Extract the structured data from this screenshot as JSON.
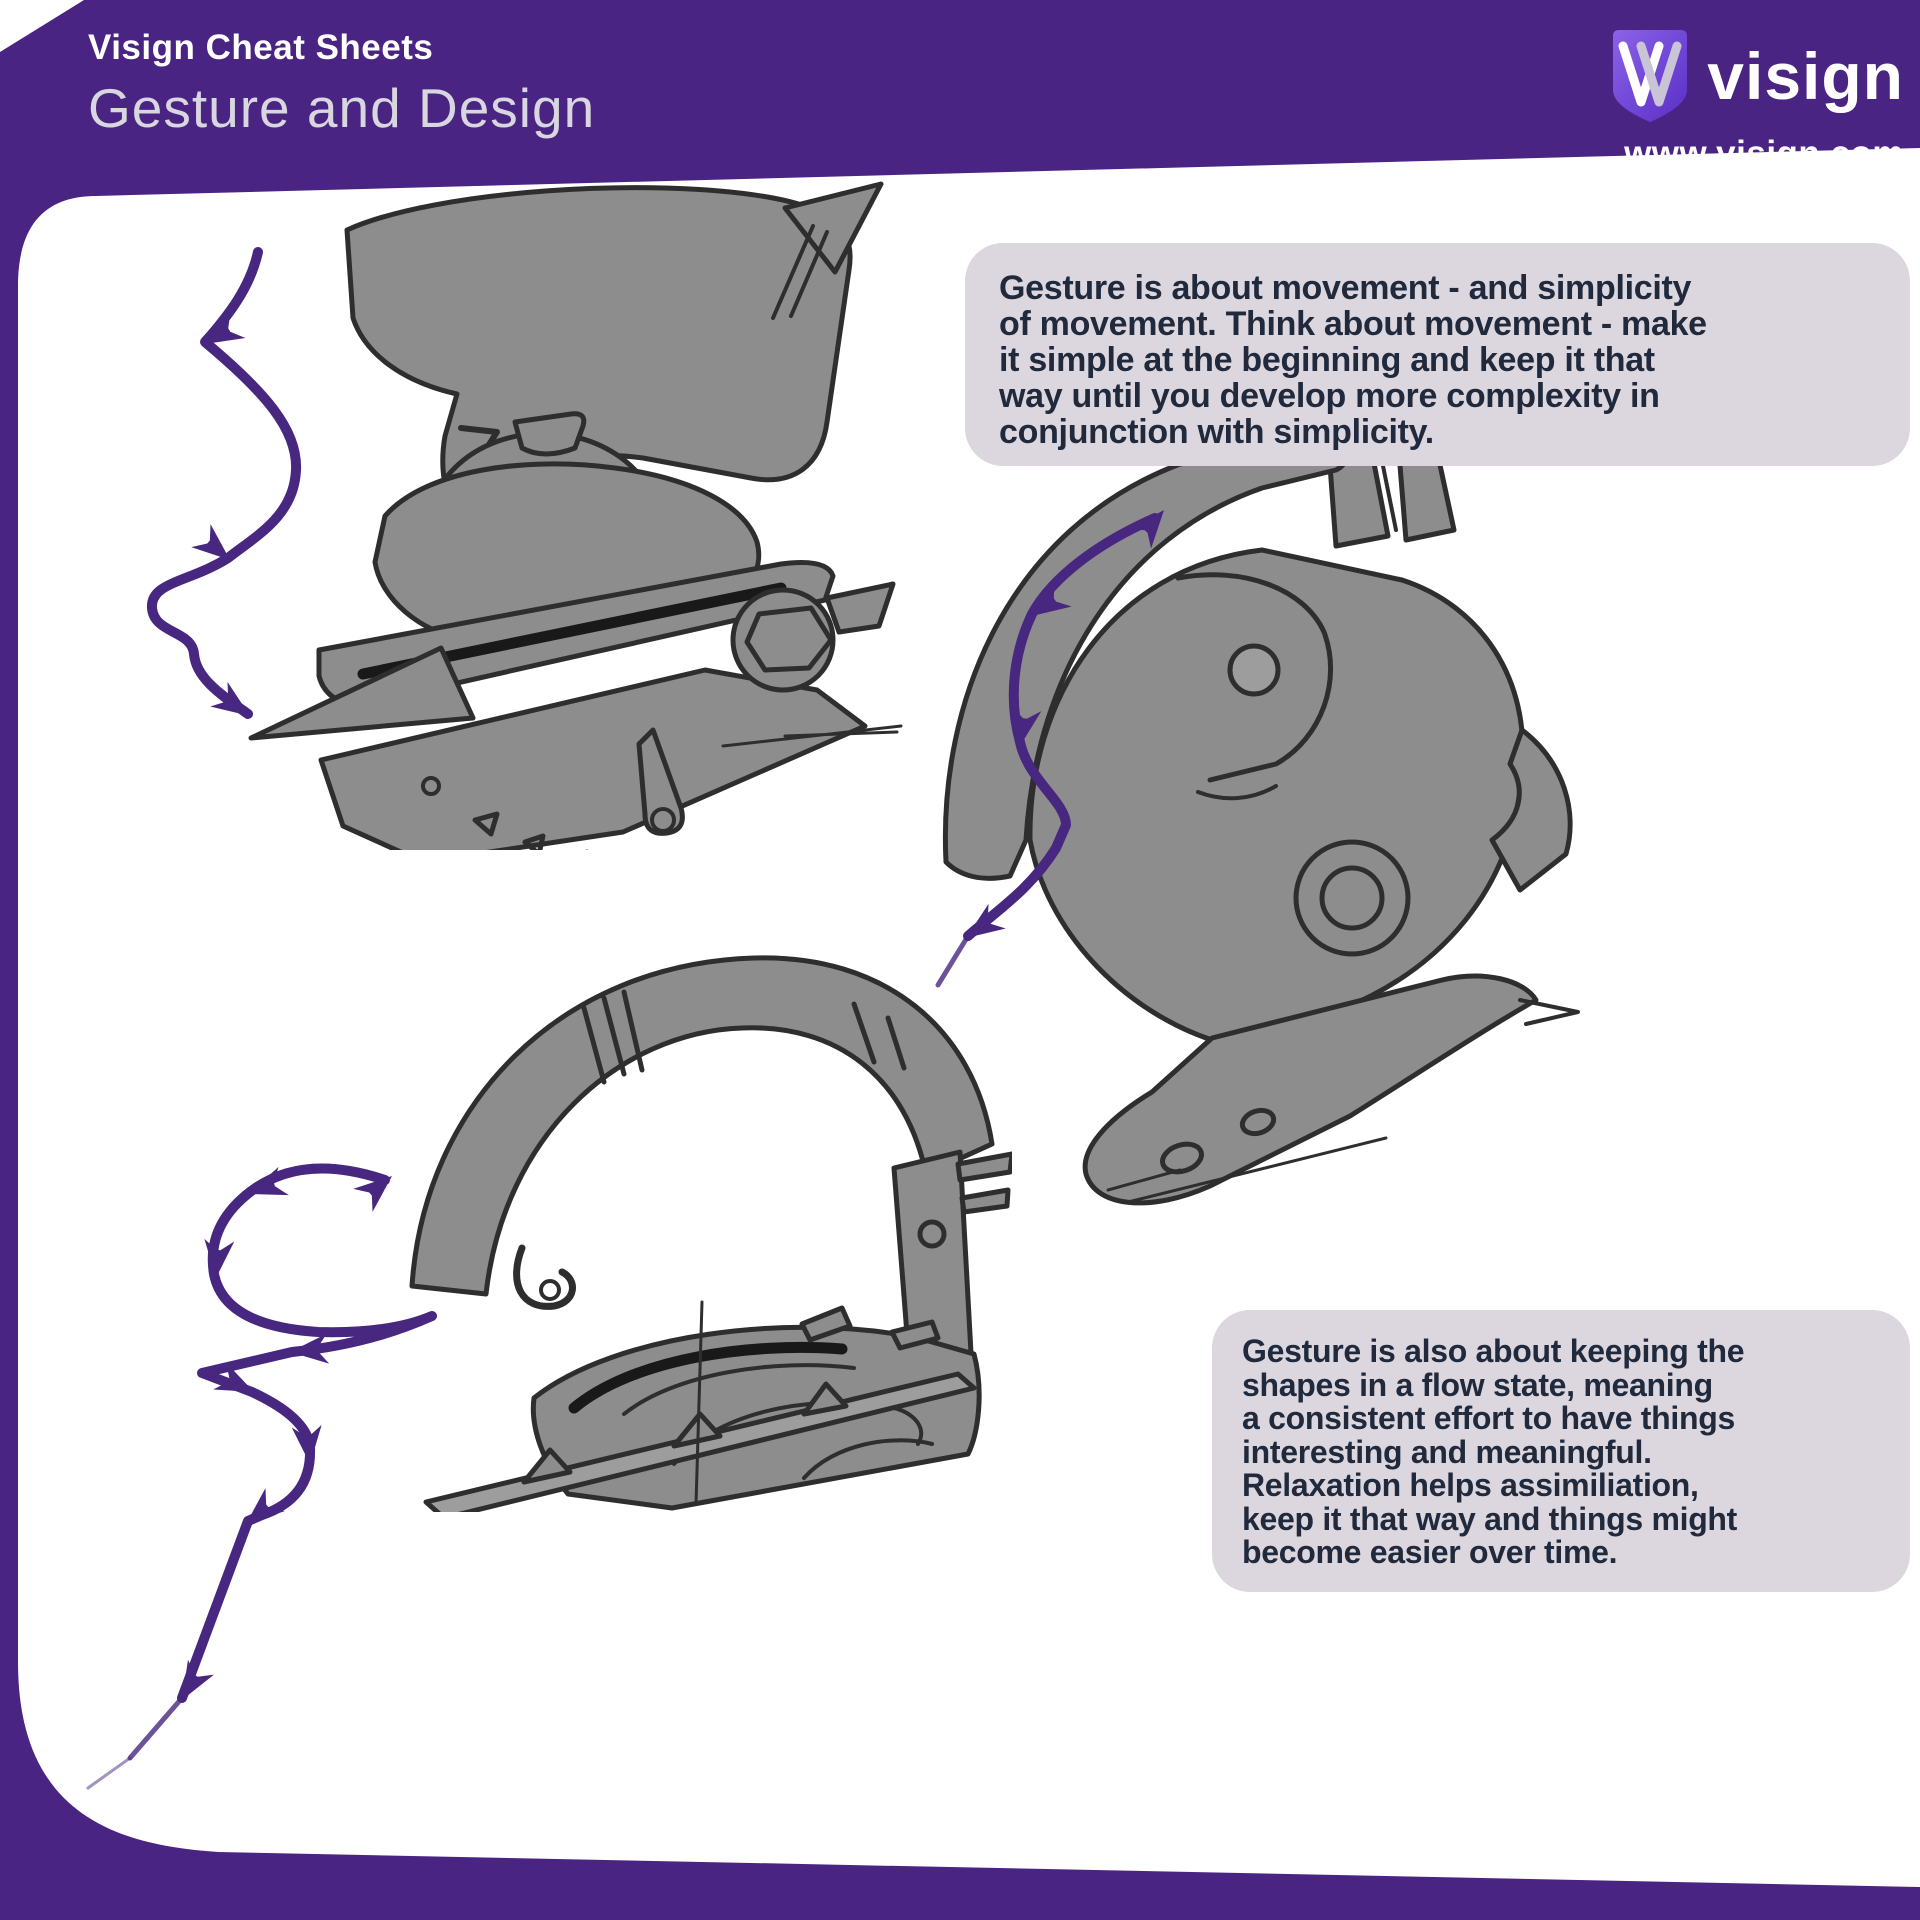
{
  "header": {
    "eyebrow": "Visign Cheat Sheets",
    "title": "Gesture and Design"
  },
  "brand": {
    "name": "visign",
    "website": "www.visign.com",
    "logo_icon": "visign-shield-w-icon"
  },
  "notes": {
    "note1": {
      "lines": [
        "Gesture is about movement - and simplicity",
        "of movement. Think about movement - make",
        "it simple at the beginning and keep it that",
        "way until you develop more complexity in",
        "conjunction with simplicity."
      ]
    },
    "note2": {
      "lines": [
        "Gesture is also about keeping the",
        "shapes in a flow state, meaning",
        "a consistent effort to have things",
        "interesting and meaningful.",
        "Relaxation helps assimiliation,",
        "keep it that way and things might",
        "become easier over time."
      ]
    }
  },
  "sketches": {
    "helmet1": "roman-helmet-sketch-top-left",
    "helmet2": "roman-helmet-sketch-right",
    "helmet3": "roman-helmet-sketch-bottom"
  },
  "arrows": {
    "left": "gesture-s-curve-arrow",
    "middle": "gesture-curve-arrow",
    "loop": "gesture-loop-arrow"
  },
  "colors": {
    "purple": "#4a2482",
    "arrow_purple": "#47277f",
    "logo_purple": "#6f42d8",
    "note_bg": "#dcd7df",
    "note_text": "#202a3c",
    "sketch_fill": "#8d8d8d",
    "sketch_line": "#2e2e2e"
  }
}
